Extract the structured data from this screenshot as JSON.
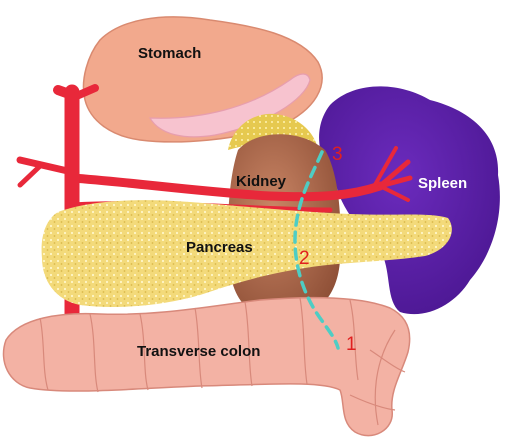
{
  "labels": {
    "stomach": "Stomach",
    "kidney": "Kidney",
    "spleen": "Spleen",
    "pancreas": "Pancreas",
    "transverse_colon": "Transverse colon"
  },
  "markers": {
    "one": "1",
    "two": "2",
    "three": "3"
  },
  "colors": {
    "stomach": "#f2a98d",
    "stomach_inner": "#f7c3cf",
    "spleen": "#5a1fa6",
    "kidney": "#b06a4c",
    "adrenal": "#e6c94f",
    "pancreas": "#f3da7a",
    "colon": "#f3b2a4",
    "vessel": "#e8283a",
    "dashed_line": "#4ecdc4",
    "marker_text": "#e02020"
  }
}
